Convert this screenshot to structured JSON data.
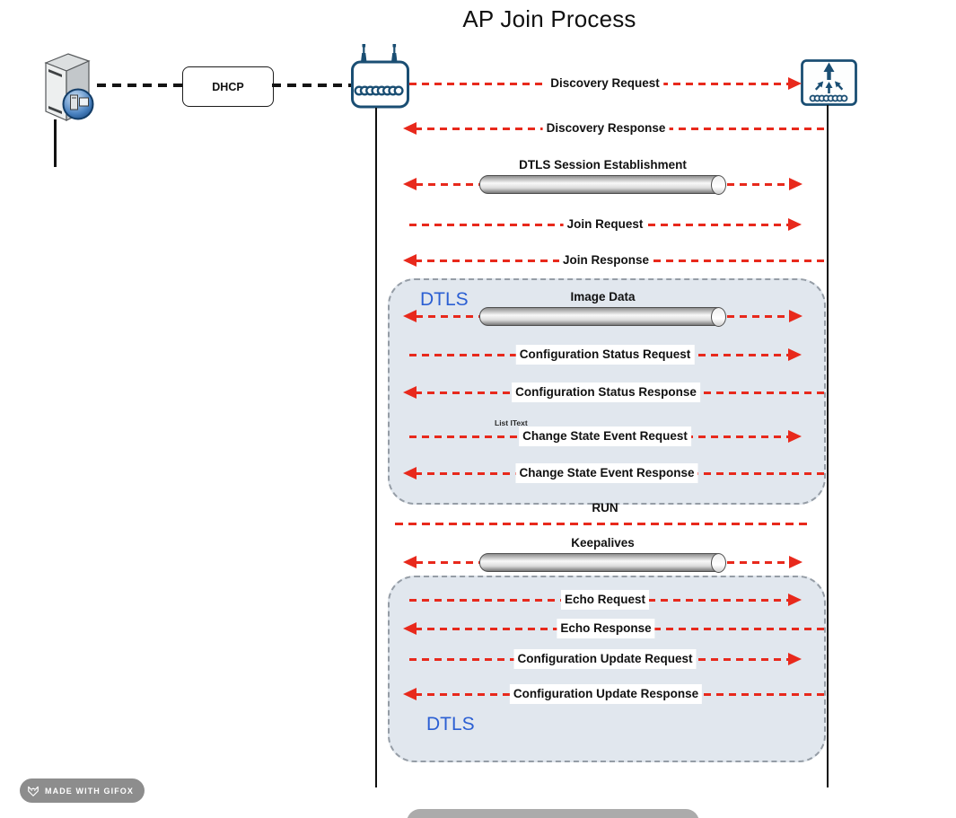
{
  "title": "AP Join Process",
  "colors": {
    "arrow_red": "#e8291c",
    "dtls_block_bg": "#e1e7ee",
    "dtls_label_blue": "#2b5fd3",
    "icon_navy": "#1a4e73",
    "cylinder_gray": "#bdbdbd"
  },
  "topology": {
    "dhcp_label": "DHCP"
  },
  "sequence": {
    "discovery_request": "Discovery Request",
    "discovery_response": "Discovery Response",
    "dtls_session_establishment": "DTLS Session Establishment",
    "join_request": "Join Request",
    "join_response": "Join Response",
    "dtls_block_label": "DTLS",
    "image_data": "Image Data",
    "configuration_status_request": "Configuration Status Request",
    "configuration_status_response": "Configuration Status Response",
    "list_item_note": "List IText",
    "change_state_event_request": "Change State Event Request",
    "change_state_event_response": "Change State Event Response",
    "run": "RUN",
    "keepalives": "Keepalives",
    "echo_request": "Echo Request",
    "echo_response": "Echo Response",
    "configuration_update_request": "Configuration Update Request",
    "configuration_update_response": "Configuration Update Response",
    "dtls_block2_label": "DTLS"
  },
  "watermark": {
    "text": "MADE WITH GIFOX"
  },
  "icons": {
    "server-icon": "gray 3d server tower with blue badge",
    "access-point-icon": "rounded box, coil, two antennas",
    "wireless-controller-icon": "rounded box, up arrows, coil",
    "gifox-logo-icon": "fox head outline"
  }
}
